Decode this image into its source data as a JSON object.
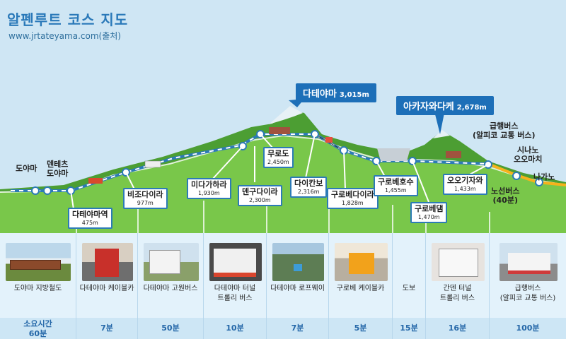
{
  "header": {
    "title": "알펜루트 코스 지도",
    "subtitle": "www.jrtateyama.com(출처)"
  },
  "peaks": [
    {
      "name": "다테야마",
      "alt": "3,015m"
    },
    {
      "name": "아카자와다케",
      "alt": "2,678m"
    }
  ],
  "stations": {
    "toyama": {
      "name": "도야마"
    },
    "dentetsu": {
      "name": "덴테츠\n도야마"
    },
    "tateyama_st": {
      "name": "다테야마역",
      "alt": "475m"
    },
    "bijodaira": {
      "name": "비조다이라",
      "alt": "977m"
    },
    "midagahara": {
      "name": "미다가하라",
      "alt": "1,930m"
    },
    "tengudaira": {
      "name": "덴구다이라",
      "alt": "2,300m"
    },
    "murodo": {
      "name": "무로도",
      "alt": "2,450m"
    },
    "daikanbo": {
      "name": "다이칸보",
      "alt": "2,316m"
    },
    "kurobedaira": {
      "name": "구로베다이라",
      "alt": "1,828m"
    },
    "kurobeko": {
      "name": "구로베호수",
      "alt": "1,455m"
    },
    "kurobedam": {
      "name": "구로베댐",
      "alt": "1,470m"
    },
    "ogizawa": {
      "name": "오오기자와",
      "alt": "1,433m"
    },
    "shinano": {
      "name": "시나노\n오오마치"
    },
    "nagano": {
      "name": "나가노"
    }
  },
  "express_bus_label": "급행버스\n(알피코 교통 버스)",
  "route_bus_label": "노선버스\n(40분)",
  "transport": [
    {
      "name": "도야마 지방철도",
      "duration_label": "소요시간",
      "duration": "60분"
    },
    {
      "name": "다테야마 케이블카",
      "duration": "7분"
    },
    {
      "name": "다테야마 고원버스",
      "duration": "50분"
    },
    {
      "name": "다테야마 터널\n트롤리 버스",
      "duration": "10분"
    },
    {
      "name": "다테야마 로프웨이",
      "duration": "7분"
    },
    {
      "name": "구로베 케이블카",
      "duration": "5분"
    },
    {
      "name": "도보",
      "duration": "15분"
    },
    {
      "name": "간덴 터널\n트롤리 버스",
      "duration": "16분"
    },
    {
      "name": "급행버스\n(알피코 교통 버스)",
      "duration": "100분"
    }
  ],
  "colors": {
    "sky": "#cfe6f4",
    "mountain": "#5fb23a",
    "grass": "#7ac94a",
    "route_blue": "#2c7bb6",
    "accent": "#1d6fb8",
    "bus_orange": "#f6b21b"
  }
}
